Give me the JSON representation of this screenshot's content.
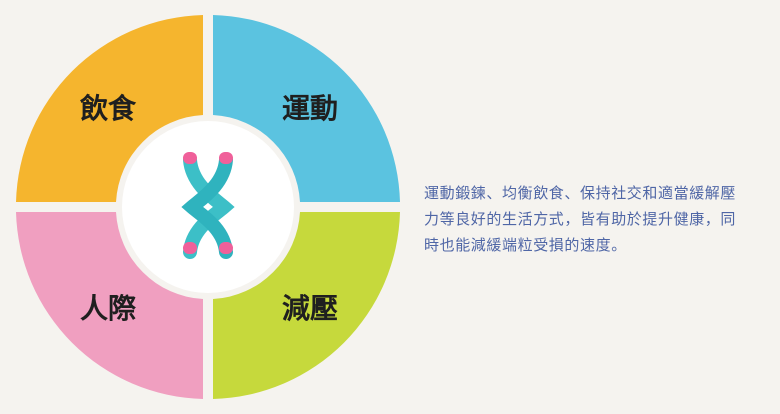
{
  "quadrants": {
    "top_left": {
      "label": "飲食",
      "color": "#f5b52e"
    },
    "top_right": {
      "label": "運動",
      "color": "#5bc3e0"
    },
    "bottom_left": {
      "label": "人際",
      "color": "#f09fc0"
    },
    "bottom_right": {
      "label": "減壓",
      "color": "#c6d93c"
    }
  },
  "center_icon": "chromosome-icon",
  "description": {
    "line1": "運動鍛鍊、均衡飲食、保持社交和適當緩解壓",
    "line2": "力等良好的生活方式，皆有助於提升健康，同",
    "line3": "時也能減緩端粒受損的速度。"
  },
  "colors": {
    "background": "#f5f3ef",
    "text_blue": "#4f66a6",
    "chromosome_body": "#3cbfc7",
    "chromosome_tips": "#f0609a"
  }
}
